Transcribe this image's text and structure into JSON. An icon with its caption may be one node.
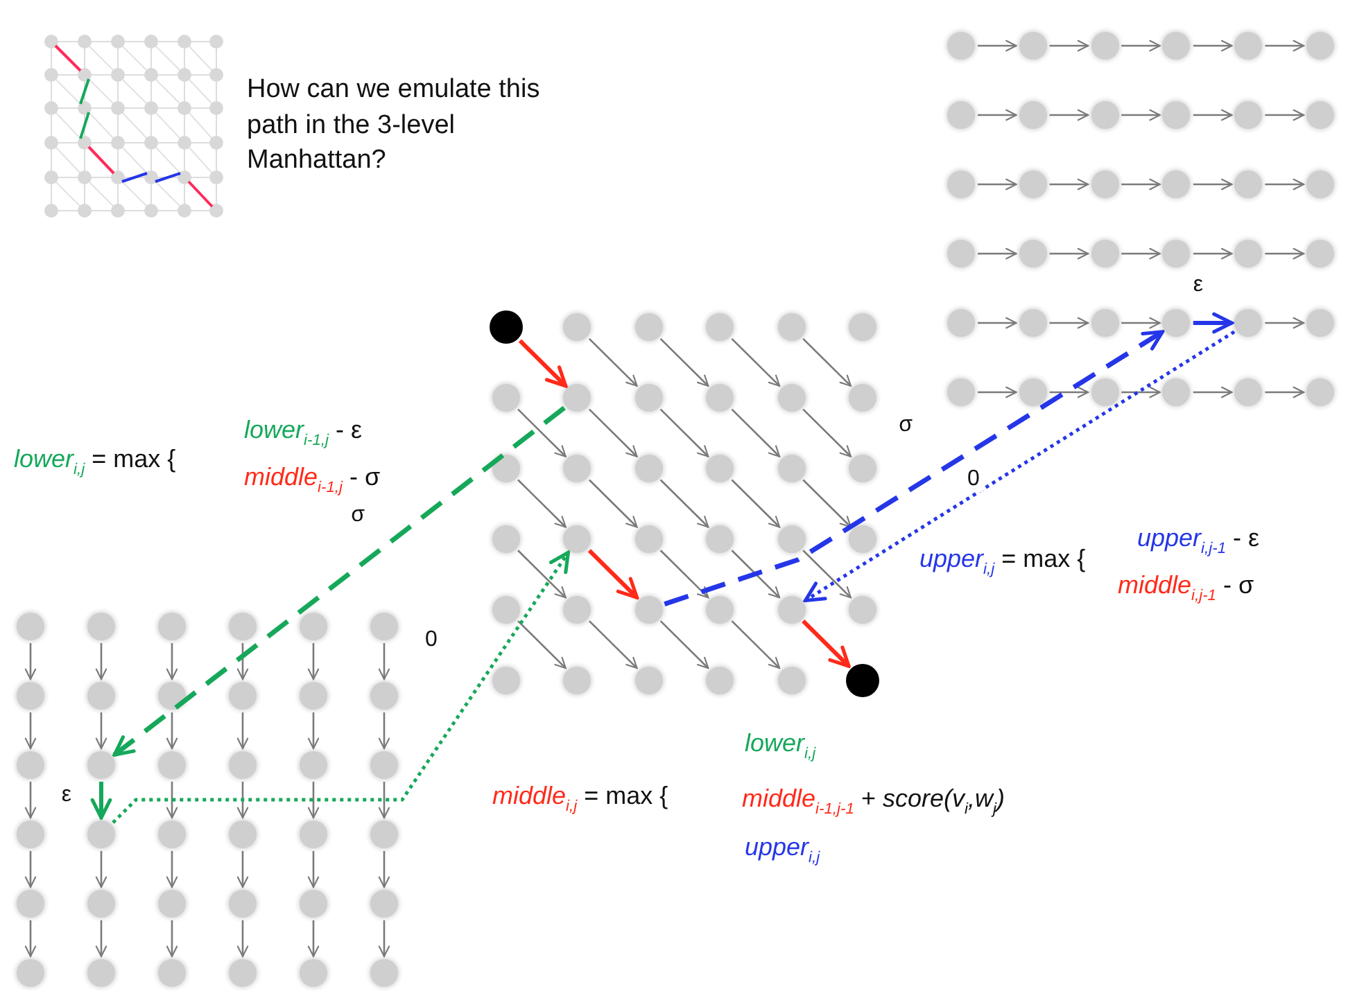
{
  "diagram": {
    "nodes": [
      {
        "text": [],
        "shape": "circle"
      },
      {
        "text": [],
        "shape": "circle"
      },
      {
        "text": [],
        "shape": "circle"
      },
      {
        "text": [],
        "shape": "circle"
      },
      {
        "text": [],
        "shape": "circle"
      },
      {
        "text": [],
        "shape": "circle"
      },
      {
        "text": [],
        "shape": "circle"
      },
      {
        "text": [],
        "shape": "circle"
      },
      {
        "text": [],
        "shape": "circle"
      },
      {
        "text": [],
        "shape": "circle"
      },
      {
        "text": [],
        "shape": "circle"
      },
      {
        "text": [],
        "shape": "circle"
      },
      {
        "text": [],
        "shape": "circle"
      },
      {
        "text": [],
        "shape": "circle"
      },
      {
        "text": [],
        "shape": "circle"
      },
      {
        "text": [],
        "shape": "circle"
      },
      {
        "text": [],
        "shape": "circle"
      },
      {
        "text": [],
        "shape": "circle"
      },
      {
        "text": [],
        "shape": "circle"
      },
      {
        "text": [],
        "shape": "circle"
      },
      {
        "text": [],
        "shape": "circle"
      },
      {
        "text": [],
        "shape": "circle"
      },
      {
        "text": [],
        "shape": "circle"
      },
      {
        "text": [],
        "shape": "circle"
      },
      {
        "text": [],
        "shape": "circle"
      },
      {
        "text": [],
        "shape": "circle"
      },
      {
        "text": [],
        "shape": "circle"
      },
      {
        "text": [],
        "shape": "circle"
      },
      {
        "text": [],
        "shape": "circle"
      },
      {
        "text": [],
        "shape": "circle"
      },
      {
        "text": [],
        "shape": "circle"
      },
      {
        "text": [],
        "shape": "circle"
      },
      {
        "text": [],
        "shape": "circle"
      },
      {
        "text": [],
        "shape": "circle"
      },
      {
        "text": [],
        "shape": "circle"
      },
      {
        "text": [],
        "shape": "circle"
      },
      {
        "text": [],
        "shape": "circle"
      },
      {
        "text": [],
        "shape": "circle"
      },
      {
        "text": [],
        "shape": "circle"
      },
      {
        "text": [],
        "shape": "circle"
      },
      {
        "text": [],
        "shape": "circle"
      },
      {
        "text": [],
        "shape": "circle"
      },
      {
        "text": [],
        "shape": "circle"
      },
      {
        "text": [],
        "shape": "circle"
      },
      {
        "text": [],
        "shape": "circle"
      },
      {
        "text": [],
        "shape": "circle"
      },
      {
        "text": [],
        "shape": "circle"
      },
      {
        "text": [],
        "shape": "circle"
      },
      {
        "text": [],
        "shape": "circle"
      },
      {
        "text": [],
        "shape": "circle"
      },
      {
        "text": [],
        "shape": "circle"
      },
      {
        "text": [],
        "shape": "circle"
      },
      {
        "text": [],
        "shape": "circle"
      },
      {
        "text": [],
        "shape": "circle"
      },
      {
        "text": [],
        "shape": "circle"
      },
      {
        "text": [],
        "shape": "circle"
      },
      {
        "text": [],
        "shape": "circle"
      },
      {
        "text": [],
        "shape": "circle"
      },
      {
        "text": [],
        "shape": "circle"
      },
      {
        "text": [],
        "shape": "circle"
      },
      {
        "text": [],
        "shape": "circle"
      },
      {
        "text": [],
        "shape": "circle"
      },
      {
        "text": [],
        "shape": "circle"
      },
      {
        "text": [],
        "shape": "circle"
      },
      {
        "text": [],
        "shape": "circle"
      },
      {
        "text": [],
        "shape": "circle"
      },
      {
        "text": [],
        "shape": "circle"
      },
      {
        "text": [],
        "shape": "circle"
      },
      {
        "text": [],
        "shape": "circle"
      },
      {
        "text": [],
        "shape": "circle"
      },
      {
        "text": [],
        "shape": "circle"
      },
      {
        "text": [],
        "shape": "circle"
      },
      {
        "text": [],
        "shape": "circle"
      },
      {
        "text": [],
        "shape": "circle"
      },
      {
        "text": [],
        "shape": "circle"
      },
      {
        "text": [],
        "shape": "circle"
      },
      {
        "text": [],
        "shape": "circle"
      },
      {
        "text": [],
        "shape": "circle"
      },
      {
        "text": [],
        "shape": "circle"
      },
      {
        "text": [],
        "shape": "circle"
      },
      {
        "text": [],
        "shape": "circle"
      },
      {
        "text": [],
        "shape": "circle"
      },
      {
        "text": [],
        "shape": "circle"
      },
      {
        "text": [],
        "shape": "circle"
      },
      {
        "text": [],
        "shape": "circle"
      },
      {
        "text": [],
        "shape": "circle"
      },
      {
        "text": [],
        "shape": "circle"
      },
      {
        "text": [],
        "shape": "circle"
      },
      {
        "text": [],
        "shape": "circle"
      },
      {
        "text": [],
        "shape": "circle"
      },
      {
        "text": [],
        "shape": "circle"
      },
      {
        "text": [],
        "shape": "circle"
      },
      {
        "text": [],
        "shape": "circle"
      },
      {
        "text": [],
        "shape": "circle"
      },
      {
        "text": [],
        "shape": "circle"
      },
      {
        "text": [],
        "shape": "circle"
      },
      {
        "text": [],
        "shape": "circle"
      },
      {
        "text": [],
        "shape": "circle"
      },
      {
        "text": [],
        "shape": "circle"
      },
      {
        "text": [],
        "shape": "circle"
      },
      {
        "text": [],
        "shape": "circle"
      },
      {
        "text": [],
        "shape": "circle"
      },
      {
        "text": [],
        "shape": "circle"
      },
      {
        "text": [],
        "shape": "circle"
      },
      {
        "text": [],
        "shape": "circle"
      },
      {
        "text": [],
        "shape": "circle"
      },
      {
        "text": [],
        "shape": "circle"
      },
      {
        "text": [],
        "shape": "circle"
      }
    ],
    "edges": [
      {
        "from": 0,
        "to": 7,
        "arrow": "to",
        "style": "thick",
        "color": "#ff2a1a"
      },
      {
        "from": 1,
        "to": 8,
        "arrow": "to"
      },
      {
        "from": 2,
        "to": 9,
        "arrow": "to"
      },
      {
        "from": 3,
        "to": 10,
        "arrow": "to"
      },
      {
        "from": 4,
        "to": 11,
        "arrow": "to"
      },
      {
        "from": 6,
        "to": 13,
        "arrow": "to"
      },
      {
        "from": 7,
        "to": 14,
        "arrow": "to"
      },
      {
        "from": 8,
        "to": 15,
        "arrow": "to"
      },
      {
        "from": 9,
        "to": 16,
        "arrow": "to"
      },
      {
        "from": 10,
        "to": 17,
        "arrow": "to"
      },
      {
        "from": 12,
        "to": 19,
        "arrow": "to"
      },
      {
        "from": 13,
        "to": 20,
        "arrow": "to"
      },
      {
        "from": 14,
        "to": 21,
        "arrow": "to"
      },
      {
        "from": 15,
        "to": 22,
        "arrow": "to"
      },
      {
        "from": 16,
        "to": 23,
        "arrow": "to"
      },
      {
        "from": 18,
        "to": 25,
        "arrow": "to"
      },
      {
        "from": 19,
        "to": 26,
        "arrow": "to",
        "style": "thick",
        "color": "#ff2a1a"
      },
      {
        "from": 20,
        "to": 27,
        "arrow": "to"
      },
      {
        "from": 21,
        "to": 28,
        "arrow": "to"
      },
      {
        "from": 22,
        "to": 29,
        "arrow": "to"
      },
      {
        "from": 24,
        "to": 31,
        "arrow": "to"
      },
      {
        "from": 25,
        "to": 32,
        "arrow": "to"
      },
      {
        "from": 26,
        "to": 33,
        "arrow": "to"
      },
      {
        "from": 27,
        "to": 34,
        "arrow": "to"
      },
      {
        "from": 28,
        "to": 35,
        "arrow": "to",
        "style": "thick",
        "color": "#ff2a1a"
      },
      {
        "from": 36,
        "to": 37,
        "arrow": "to"
      },
      {
        "from": 37,
        "to": 38,
        "arrow": "to"
      },
      {
        "from": 38,
        "to": 39,
        "arrow": "to"
      },
      {
        "from": 39,
        "to": 40,
        "arrow": "to"
      },
      {
        "from": 40,
        "to": 41,
        "arrow": "to"
      },
      {
        "from": 42,
        "to": 43,
        "arrow": "to"
      },
      {
        "from": 43,
        "to": 44,
        "arrow": "to"
      },
      {
        "from": 44,
        "to": 45,
        "arrow": "to"
      },
      {
        "from": 45,
        "to": 46,
        "arrow": "to"
      },
      {
        "from": 46,
        "to": 47,
        "arrow": "to"
      },
      {
        "from": 48,
        "to": 49,
        "arrow": "to"
      },
      {
        "from": 49,
        "to": 50,
        "arrow": "to"
      },
      {
        "from": 50,
        "to": 51,
        "arrow": "to"
      },
      {
        "from": 51,
        "to": 52,
        "arrow": "to"
      },
      {
        "from": 52,
        "to": 53,
        "arrow": "to"
      },
      {
        "from": 54,
        "to": 55,
        "arrow": "to"
      },
      {
        "from": 55,
        "to": 56,
        "arrow": "to"
      },
      {
        "from": 56,
        "to": 57,
        "arrow": "to"
      },
      {
        "from": 57,
        "to": 58,
        "arrow": "to"
      },
      {
        "from": 58,
        "to": 59,
        "arrow": "to"
      },
      {
        "from": 60,
        "to": 61,
        "arrow": "to"
      },
      {
        "from": 61,
        "to": 62,
        "arrow": "to"
      },
      {
        "from": 62,
        "to": 63,
        "arrow": "to"
      },
      {
        "from": 63,
        "to": 64,
        "arrow": "to",
        "label": "ε",
        "style": "thick",
        "color": "#2536e8"
      },
      {
        "from": 64,
        "to": 65,
        "arrow": "to"
      },
      {
        "from": 66,
        "to": 67,
        "arrow": "to"
      },
      {
        "from": 67,
        "to": 68,
        "arrow": "to"
      },
      {
        "from": 68,
        "to": 69,
        "arrow": "to"
      },
      {
        "from": 69,
        "to": 70,
        "arrow": "to"
      },
      {
        "from": 70,
        "to": 71,
        "arrow": "to"
      },
      {
        "from": 72,
        "to": 78,
        "arrow": "to"
      },
      {
        "from": 73,
        "to": 79,
        "arrow": "to"
      },
      {
        "from": 74,
        "to": 80,
        "arrow": "to"
      },
      {
        "from": 75,
        "to": 81,
        "arrow": "to"
      },
      {
        "from": 76,
        "to": 82,
        "arrow": "to"
      },
      {
        "from": 77,
        "to": 83,
        "arrow": "to"
      },
      {
        "from": 78,
        "to": 84,
        "arrow": "to"
      },
      {
        "from": 79,
        "to": 85,
        "arrow": "to"
      },
      {
        "from": 80,
        "to": 86,
        "arrow": "to"
      },
      {
        "from": 81,
        "to": 87,
        "arrow": "to"
      },
      {
        "from": 82,
        "to": 88,
        "arrow": "to"
      },
      {
        "from": 83,
        "to": 89,
        "arrow": "to"
      },
      {
        "from": 84,
        "to": 90,
        "arrow": "to"
      },
      {
        "from": 85,
        "to": 91,
        "arrow": "to",
        "label": "ε",
        "style": "thick",
        "color": "#16a85a"
      },
      {
        "from": 86,
        "to": 92,
        "arrow": "to"
      },
      {
        "from": 87,
        "to": 93,
        "arrow": "to"
      },
      {
        "from": 88,
        "to": 94,
        "arrow": "to"
      },
      {
        "from": 89,
        "to": 95,
        "arrow": "to"
      },
      {
        "from": 90,
        "to": 96,
        "arrow": "to"
      },
      {
        "from": 91,
        "to": 97,
        "arrow": "to"
      },
      {
        "from": 92,
        "to": 98,
        "arrow": "to"
      },
      {
        "from": 93,
        "to": 99,
        "arrow": "to"
      },
      {
        "from": 94,
        "to": 100,
        "arrow": "to"
      },
      {
        "from": 95,
        "to": 101,
        "arrow": "to"
      },
      {
        "from": 96,
        "to": 102,
        "arrow": "to"
      },
      {
        "from": 97,
        "to": 103,
        "arrow": "to"
      },
      {
        "from": 98,
        "to": 104,
        "arrow": "to"
      },
      {
        "from": 99,
        "to": 105,
        "arrow": "to"
      },
      {
        "from": 100,
        "to": 106,
        "arrow": "to"
      },
      {
        "from": 101,
        "to": 107,
        "arrow": "to"
      },
      {
        "from": 7,
        "to": 85,
        "arrow": "to",
        "label": "σ",
        "style": "dashed",
        "color": "#16a85a"
      },
      {
        "from": 91,
        "to": 19,
        "arrow": "to",
        "label": "0",
        "style": "dashed",
        "color": "#16a85a"
      },
      {
        "from": 26,
        "to": 63,
        "arrow": "to",
        "label": "σ",
        "style": "dashed",
        "color": "#2536e8"
      },
      {
        "from": 64,
        "to": 28,
        "arrow": "to",
        "label": "0",
        "style": "dashed",
        "color": "#2536e8"
      }
    ],
    "labels": [
      "How can we emulate this path in the 3-level Manhattan?",
      "*lower*$_{i,j}$ = max {",
      "*lower*$_{i-1,j}$ - ε",
      "*middle*$_{i-1,j}$ - σ",
      "*upper*$_{i,j}$ = max {",
      "*upper*$_{i,j-1}$ - ε",
      "*middle*$_{i,j-1}$ - σ",
      "*lower*$_{i,j}$",
      "*middle*$_{i,j}$ = max {",
      "*middle*$_{i-1,j-1}$ + *score(v*$_{i}$*,w*$_{j}$*)*",
      "*upper*$_{i,j}$"
    ]
  }
}
